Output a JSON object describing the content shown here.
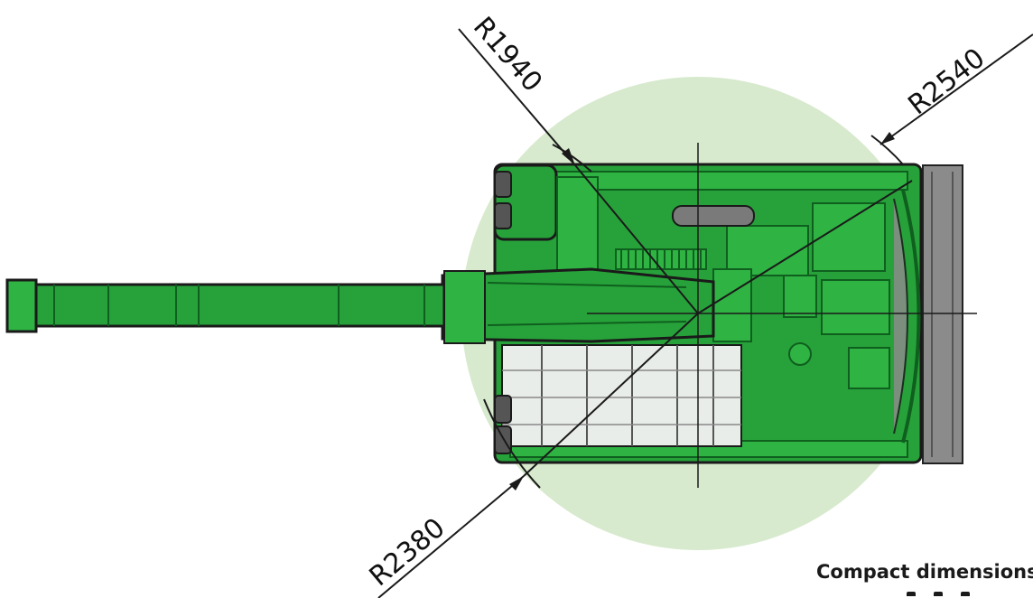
{
  "dimensions": {
    "r1940": "R1940",
    "r2540": "R2540",
    "r2380": "R2380"
  },
  "caption": "Compact dimensions",
  "colors": {
    "swing_radius_fill": "#d7eacd",
    "machine_green": "#27a23a",
    "machine_dark": "#0f5f1e",
    "outline": "#1a1a1a",
    "blade_grey": "#8b8b8b",
    "battery_light": "#e9ede9"
  }
}
